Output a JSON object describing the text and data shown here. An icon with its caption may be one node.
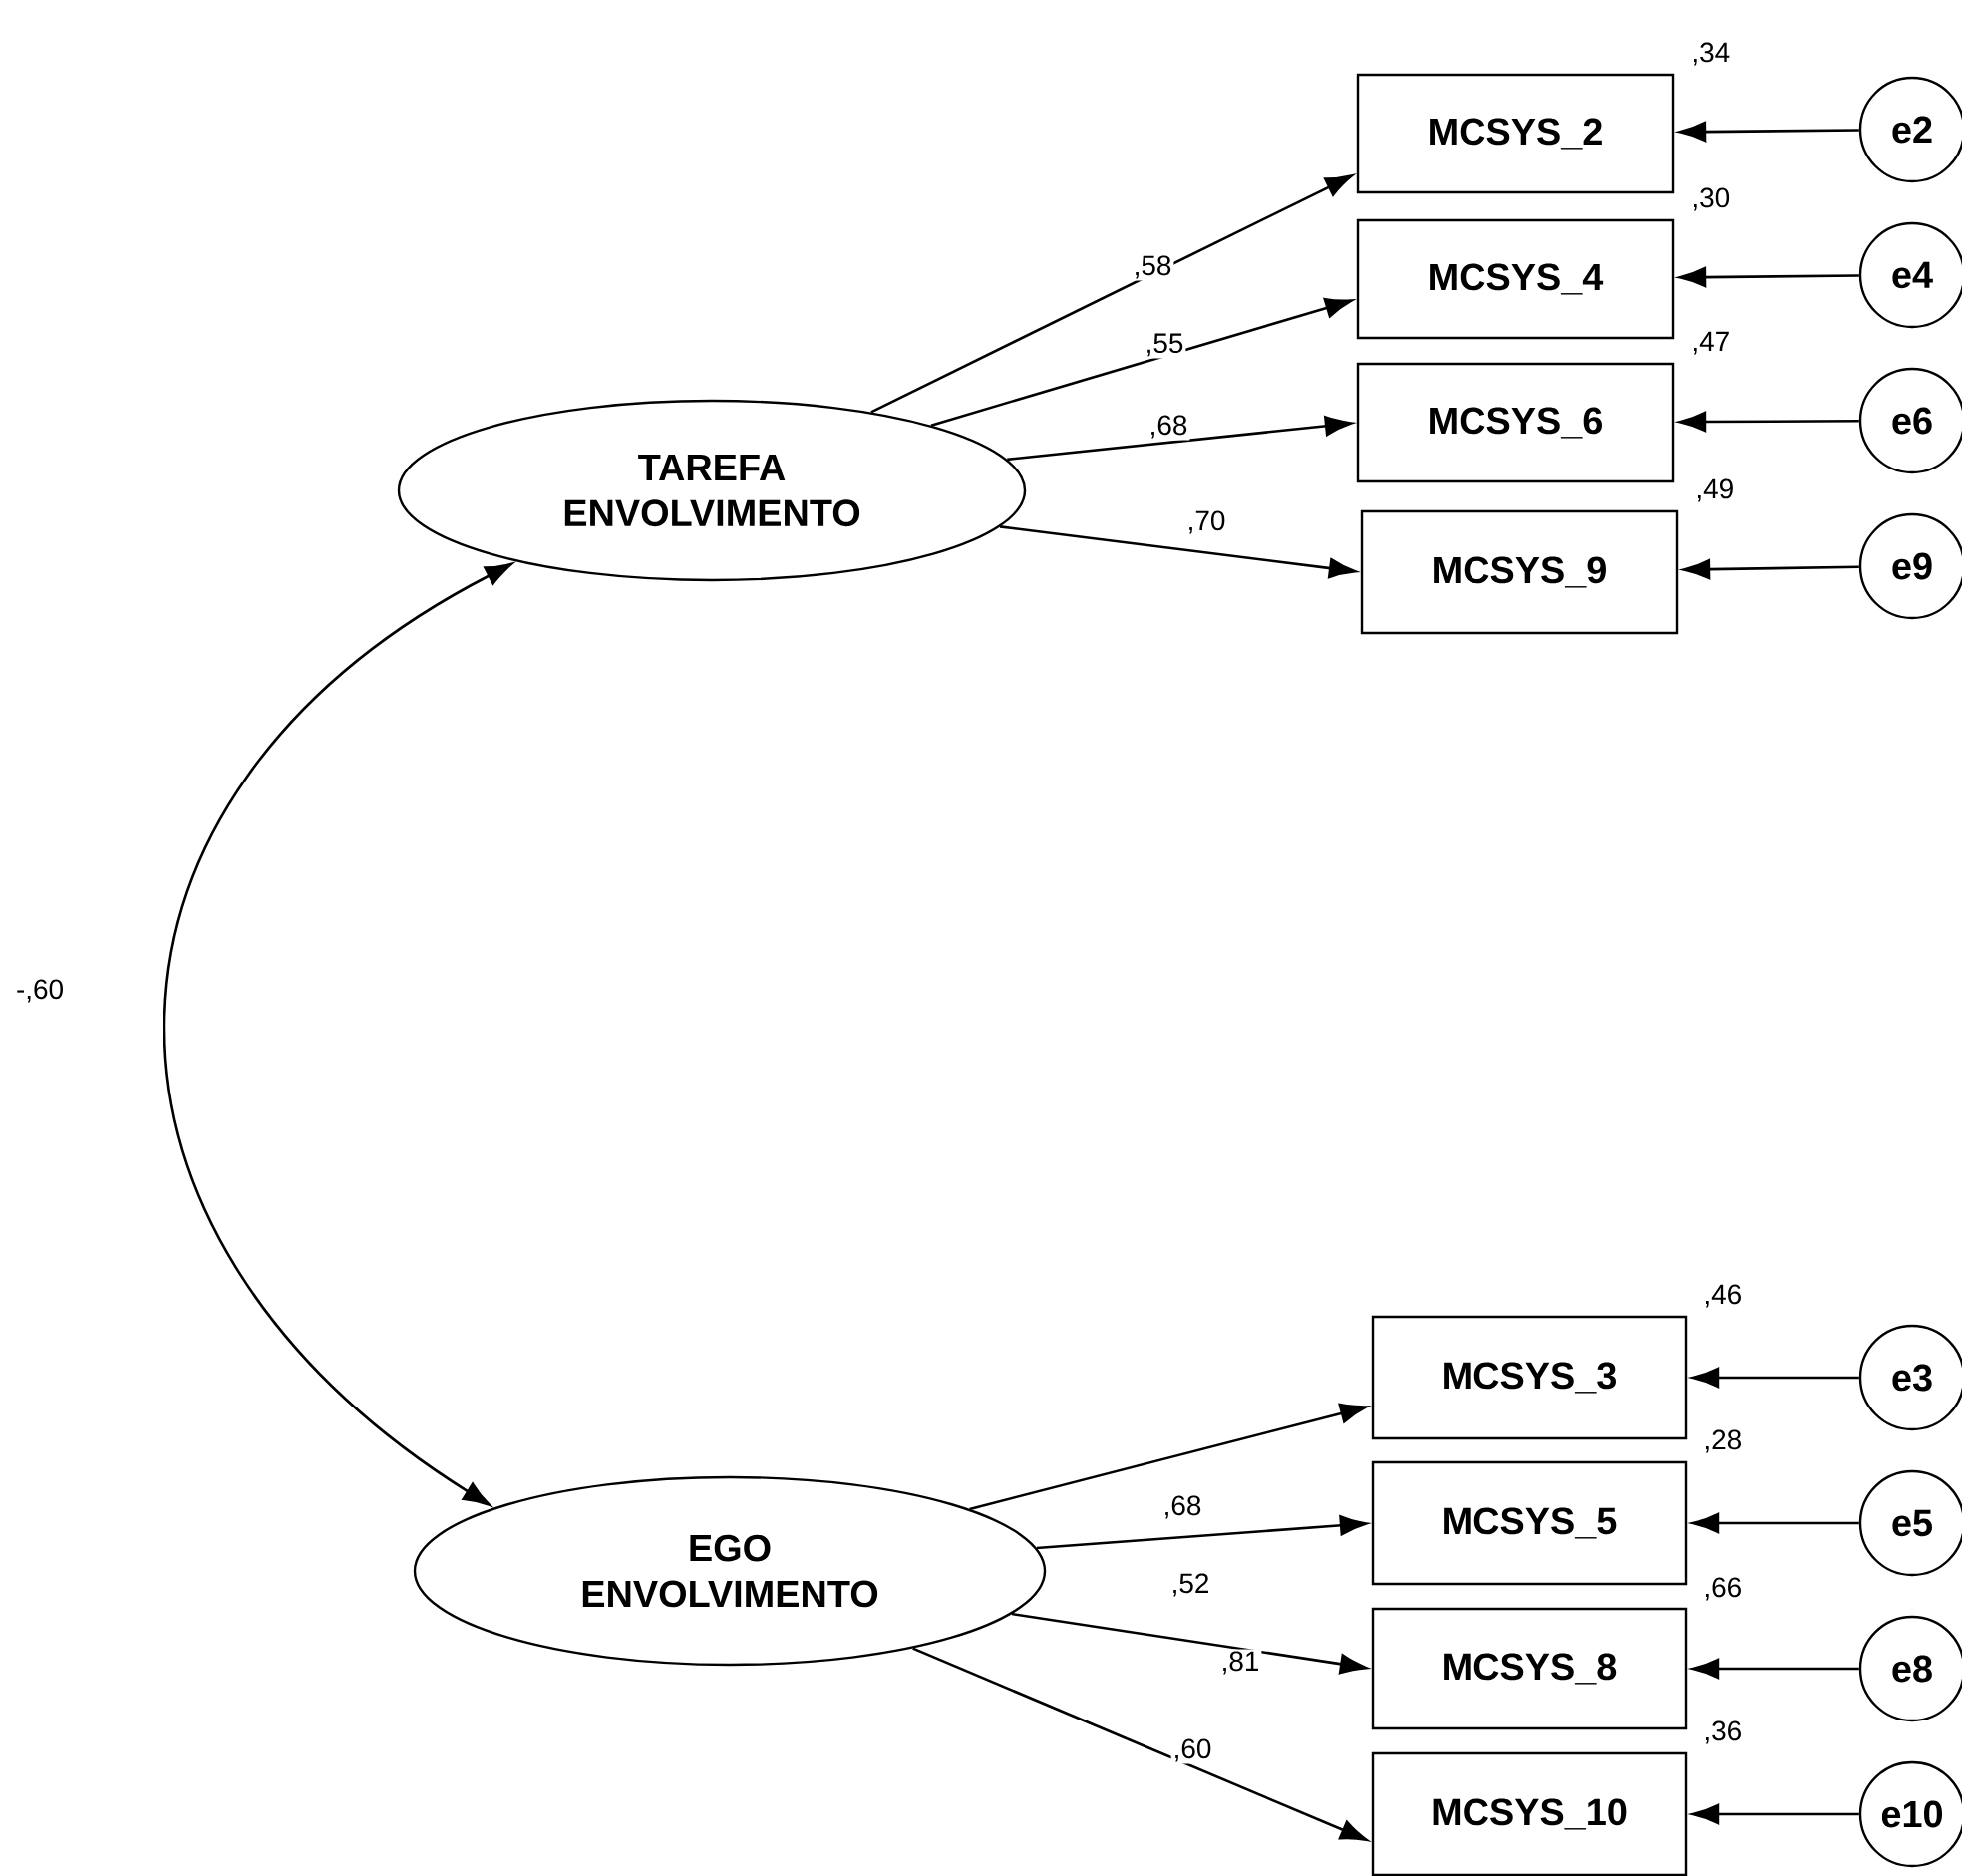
{
  "diagram": {
    "nodes": [
      {
        "text": [
          "TAREFA ENVOLVIMENTO"
        ]
      },
      {
        "text": [
          "MCSYS_2"
        ],
        "beside": [
          ",34"
        ]
      },
      {
        "text": [
          "MCSYS_4"
        ],
        "beside": [
          ",30"
        ]
      },
      {
        "text": [
          "MCSYS_6"
        ],
        "beside": [
          ",47"
        ]
      },
      {
        "text": [
          "MCSYS_9"
        ],
        "beside": [
          ",49"
        ]
      },
      {
        "text": [
          "e2"
        ]
      },
      {
        "text": [
          "e4"
        ]
      },
      {
        "text": [
          "e6"
        ]
      },
      {
        "text": [
          "e9"
        ]
      },
      {
        "text": [
          "EGO ENVOLVIMENTO"
        ]
      },
      {
        "text": [
          "MCSYS_3"
        ],
        "beside": [
          ",46"
        ]
      },
      {
        "text": [
          "MCSYS_5"
        ],
        "beside": [
          ",28"
        ]
      },
      {
        "text": [
          "MCSYS_8"
        ],
        "beside": [
          ",66"
        ]
      },
      {
        "text": [
          "MCSYS_10"
        ],
        "beside": [
          ",36"
        ]
      },
      {
        "text": [
          "e3"
        ]
      },
      {
        "text": [
          "e5"
        ]
      },
      {
        "text": [
          "e8"
        ]
      },
      {
        "text": [
          "e10"
        ]
      }
    ],
    "edges": [
      {
        "from": 0,
        "to": 1,
        "arrow": "to",
        "label": ",58"
      },
      {
        "from": 0,
        "to": 2,
        "arrow": "to",
        "label": ",55"
      },
      {
        "from": 0,
        "to": 3,
        "arrow": "to",
        "label": ",68"
      },
      {
        "from": 0,
        "to": 4,
        "arrow": "to",
        "label": ",70"
      },
      {
        "from": 5,
        "to": 1,
        "arrow": "to"
      },
      {
        "from": 6,
        "to": 2,
        "arrow": "to"
      },
      {
        "from": 7,
        "to": 3,
        "arrow": "to"
      },
      {
        "from": 8,
        "to": 4,
        "arrow": "to"
      },
      {
        "from": 0,
        "to": 9,
        "arrow": "both",
        "label": "-,60"
      },
      {
        "from": 9,
        "to": 10,
        "arrow": "to",
        "label": ",68"
      },
      {
        "from": 9,
        "to": 11,
        "arrow": "to",
        "label": ",52"
      },
      {
        "from": 9,
        "to": 12,
        "arrow": "to",
        "label": ",81"
      },
      {
        "from": 9,
        "to": 13,
        "arrow": "to",
        "label": ",60"
      },
      {
        "from": 14,
        "to": 10,
        "arrow": "to"
      },
      {
        "from": 15,
        "to": 11,
        "arrow": "to"
      },
      {
        "from": 16,
        "to": 12,
        "arrow": "to"
      },
      {
        "from": 17,
        "to": 13,
        "arrow": "to"
      }
    ]
  }
}
